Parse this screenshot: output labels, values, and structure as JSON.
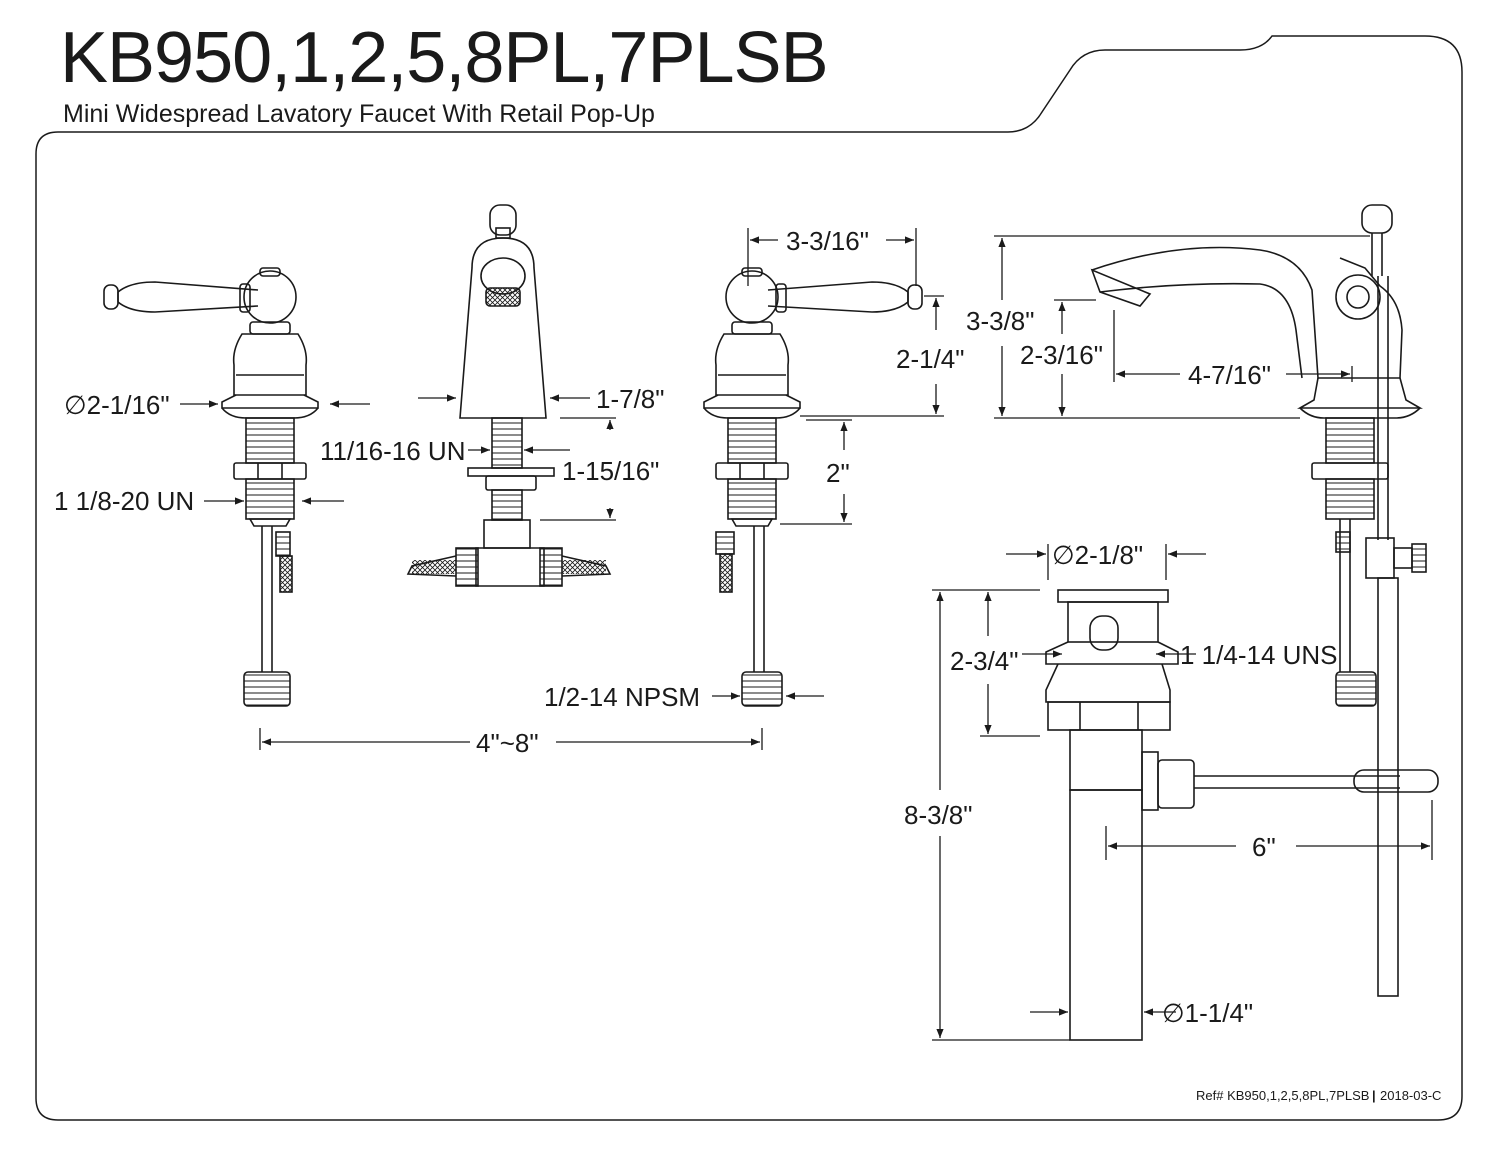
{
  "header": {
    "model": "KB950,1,2,5,8PL,7PLSB",
    "description": "Mini Widespread Lavatory Faucet With Retail Pop-Up"
  },
  "dimensions": {
    "handle_flange_dia": "∅2-1/16\"",
    "handle_thread": "1 1/8-20 UN",
    "spout_width": "1-7/8\"",
    "spout_thread": "11/16-16 UN",
    "spout_shank": "1-15/16\"",
    "handle_spread": "3-3/16\"",
    "handle_height": "2-1/4\"",
    "handle_shank": "2\"",
    "supply_thread": "1/2-14 NPSM",
    "center_spread": "4\"~8\"",
    "spout_height": "3-3/8\"",
    "spout_outlet_height": "2-3/16\"",
    "spout_reach": "4-7/16\"",
    "drain_flange_dia": "∅2-1/8\"",
    "drain_body_height": "2-3/4\"",
    "drain_thread": "1 1/4-14 UNS",
    "drain_total_height": "8-3/8\"",
    "pivot_rod_length": "6\"",
    "tailpiece_dia": "∅1-1/4\""
  },
  "footer": {
    "ref": "Ref# KB950,1,2,5,8PL,7PLSB",
    "separator": "|",
    "revision": "2018-03-C"
  },
  "colors": {
    "ink": "#1a1a1a",
    "background": "#ffffff"
  }
}
